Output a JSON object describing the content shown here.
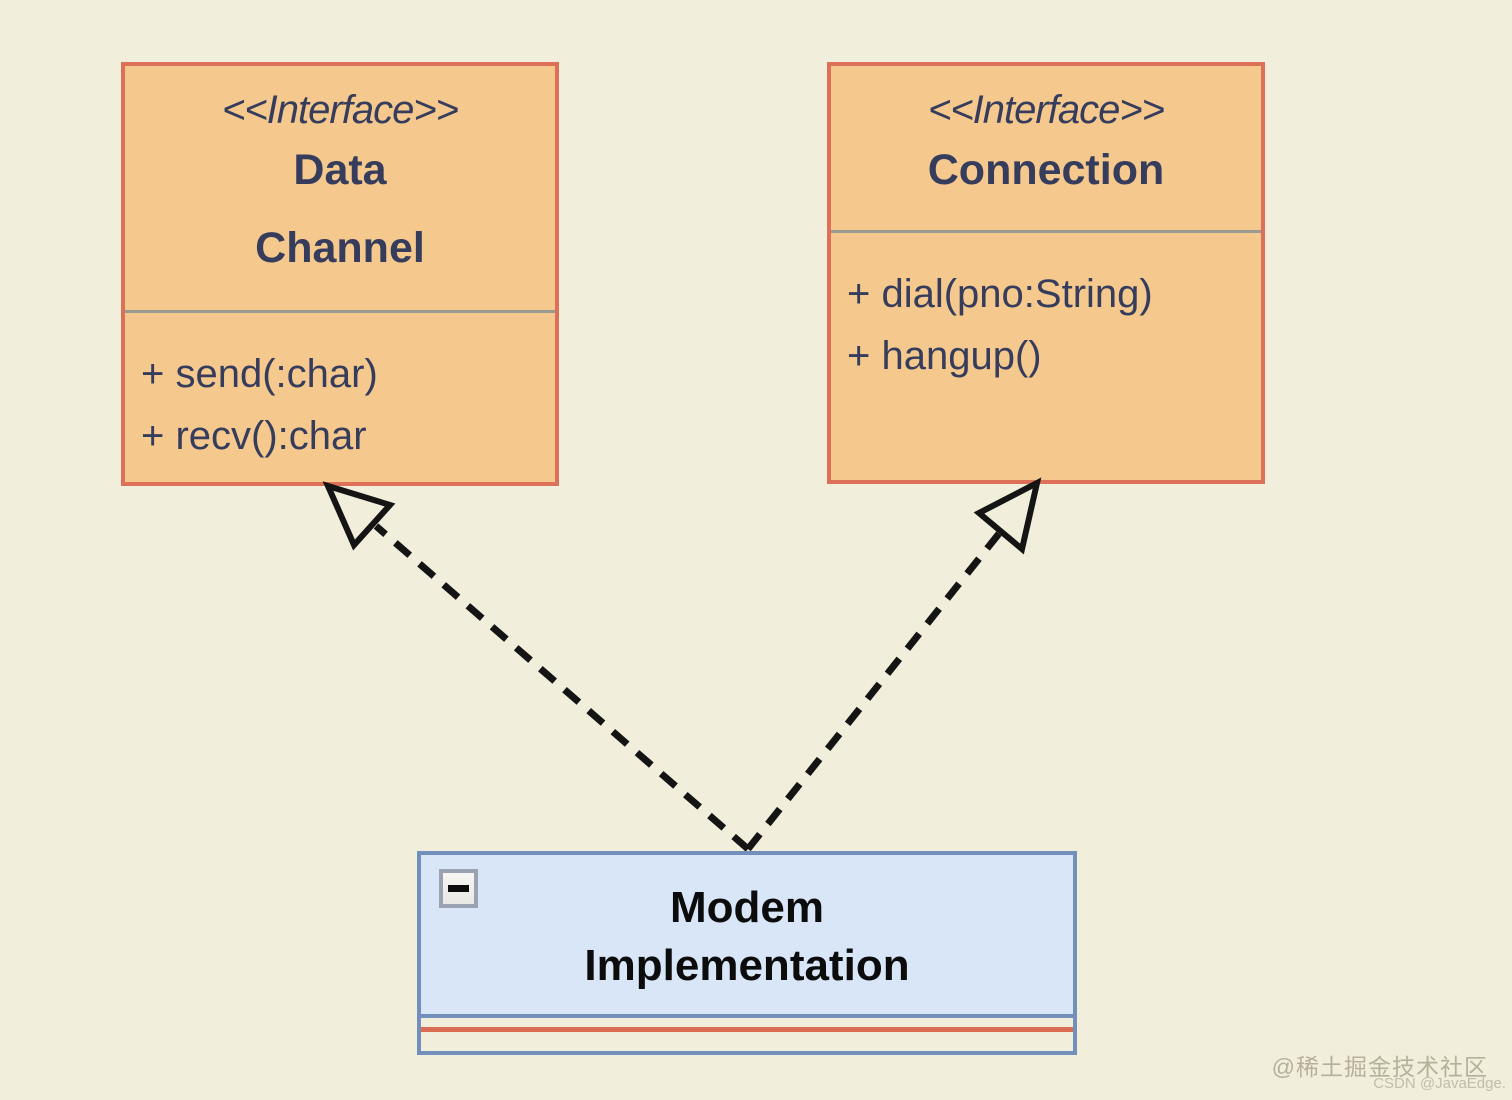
{
  "diagram": {
    "interfaces": [
      {
        "stereotype": "<<Interface>>",
        "name_lines": [
          "Data",
          "Channel"
        ],
        "methods": [
          "+ send(:char)",
          "+ recv():char"
        ]
      },
      {
        "stereotype": "<<Interface>>",
        "name_lines": [
          "Connection"
        ],
        "methods": [
          "+ dial(pno:String)",
          "+ hangup()"
        ]
      }
    ],
    "class": {
      "name_lines": [
        "Modem",
        "Implementation"
      ],
      "collapse_icon": "minus"
    },
    "relations": [
      {
        "type": "realization",
        "from": "ModemImplementation",
        "to": "DataChannel"
      },
      {
        "type": "realization",
        "from": "ModemImplementation",
        "to": "Connection"
      }
    ],
    "colors": {
      "page_bg": "#f2eedc",
      "interface_fill": "#f5c98d",
      "interface_border": "#dd7058",
      "interface_text": "#353c5c",
      "separator": "#9a9a90",
      "class_fill": "#d9e6f8",
      "class_border": "#7390bd",
      "class_text": "#0c0c0c",
      "arrow": "#141414",
      "footer_line": "#d96c52"
    }
  },
  "watermark": {
    "line1": "@稀土掘金技术社区",
    "line2": "CSDN @JavaEdge."
  }
}
